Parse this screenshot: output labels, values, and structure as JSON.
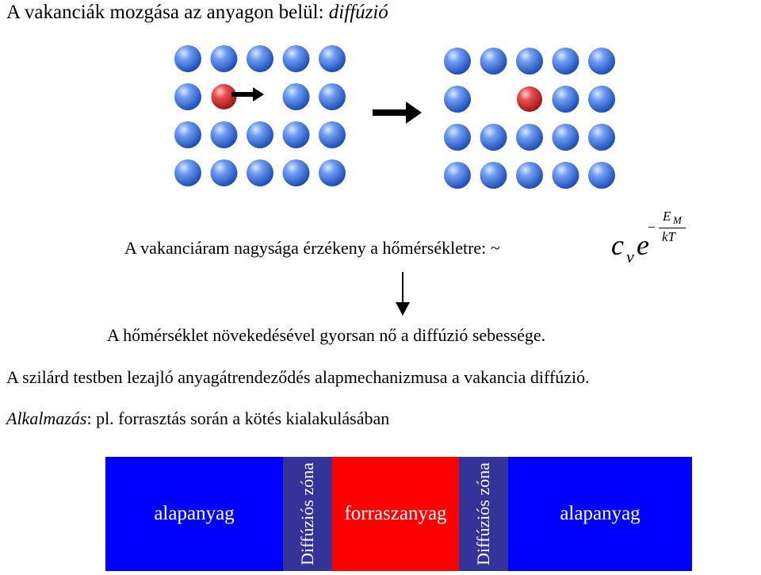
{
  "title": {
    "text": "A vakanciák mozgása az anyagon belül: ",
    "italic": "diffúzió"
  },
  "lattice_before": {
    "cols": 5,
    "rows": 4,
    "vacancy": [
      1,
      2
    ],
    "red_atom": [
      1,
      1
    ]
  },
  "lattice_after": {
    "cols": 5,
    "rows": 4,
    "vacancy": [
      1,
      1
    ],
    "red_atom": [
      1,
      2
    ]
  },
  "colors": {
    "atom_blue": "#2f6fe0",
    "atom_red": "#e03030",
    "base": "#0000ff",
    "solder": "#ff0000",
    "diffusion_zone": "#333399"
  },
  "formula": {
    "lead": "A vakanciáram nagysága érzékeny a hőmérsékletre: ~",
    "c": "c",
    "c_sub": "v",
    "e": "e",
    "minus": "−",
    "num": "E",
    "num_sub": "M",
    "den": "kT"
  },
  "lines": {
    "l1": "A hőmérséklet növekedésével gyorsan nő a diffúzió sebessége.",
    "l2": "A szilárd testben lezajló anyagátrendeződés alapmechanizmusa a vakancia diffúzió.",
    "l3_italic": "Alkalmazás",
    "l3_rest": ": pl. forrasztás során a kötés kialakulásában"
  },
  "solder_diagram": {
    "base_left": "alapanyag",
    "diff_left": "Diffúziós zóna",
    "solder": "forraszanyag",
    "diff_right": "Diffúziós zóna",
    "base_right": "alapanyag"
  }
}
